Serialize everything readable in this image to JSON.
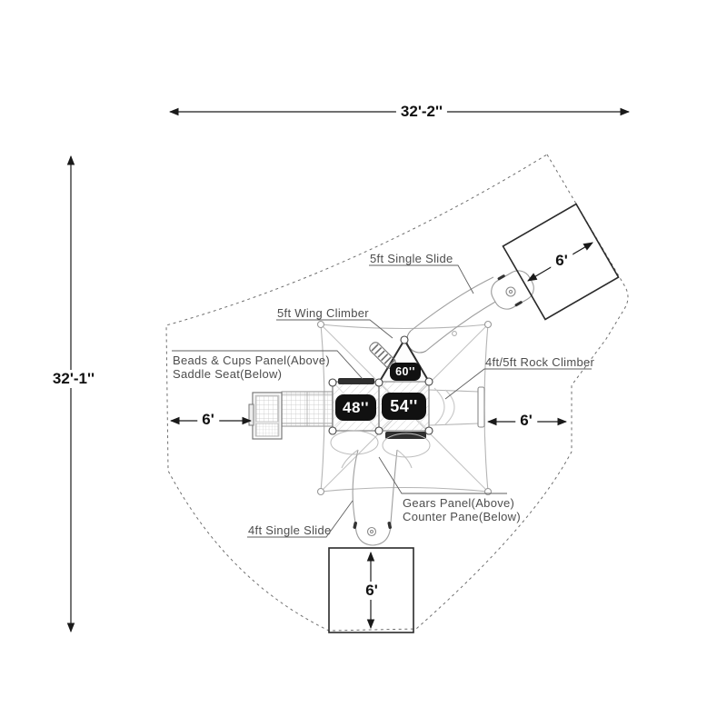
{
  "diagram": {
    "title": "playground-plan-top-view",
    "dimensions": {
      "width_label": "32'-2''",
      "height_label": "32'-1''"
    },
    "clearances": {
      "left": "6'",
      "right": "6'",
      "top_right": "6'",
      "bottom": "6'"
    },
    "equipment_labels": {
      "single_slide_5ft": "5ft Single Slide",
      "wing_climber_5ft": "5ft Wing Climber",
      "beads_cups_panel": "Beads & Cups Panel(Above)",
      "saddle_seat": "Saddle Seat(Below)",
      "rock_climber": "4ft/5ft Rock Climber",
      "gears_panel": "Gears Panel(Above)",
      "counter_panel": "Counter Pane(Below)",
      "single_slide_4ft": "4ft Single Slide"
    },
    "deck_heights": {
      "deck_left": "48''",
      "deck_right": "54''",
      "deck_top": "60''"
    },
    "colors": {
      "badge_bg": "#111111",
      "badge_text": "#ffffff",
      "dimension_ink": "#1a1a1a",
      "label_ink": "#4d4d4d",
      "structure_gray": "#a8a8a8",
      "boundary_gray": "#6f6f6f"
    }
  }
}
